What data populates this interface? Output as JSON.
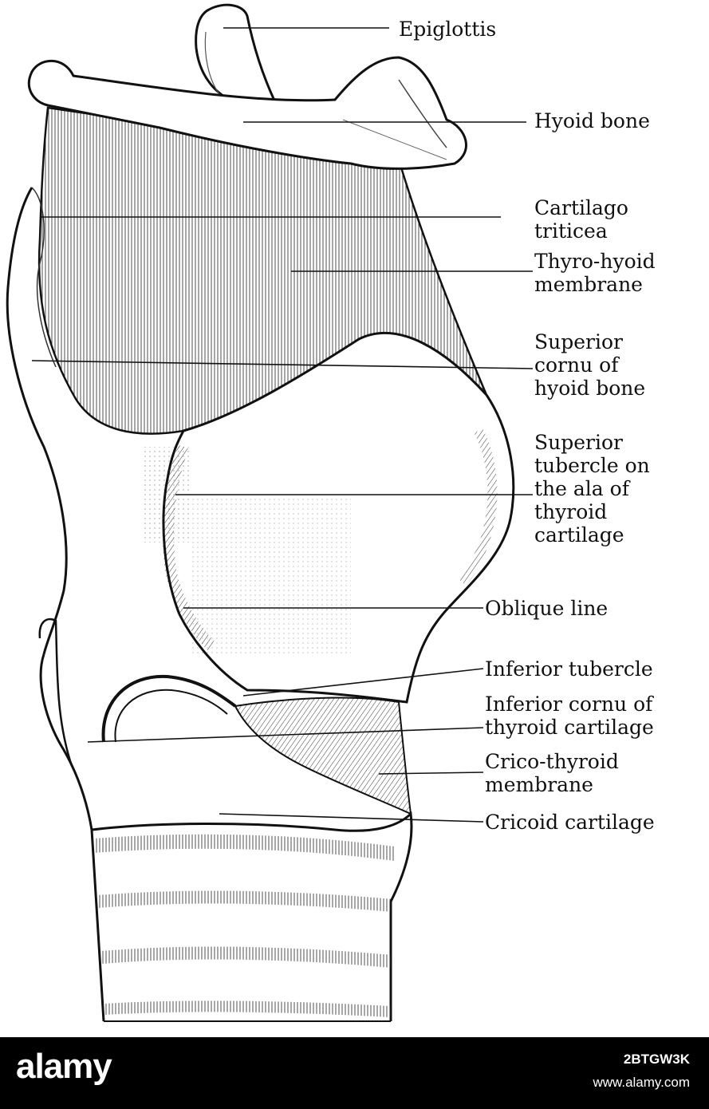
{
  "diagram": {
    "labels": [
      {
        "id": "epiglottis",
        "lines": [
          "Epiglottis"
        ]
      },
      {
        "id": "hyoid-bone",
        "lines": [
          "Hyoid bone"
        ]
      },
      {
        "id": "cartilago-triticea",
        "lines": [
          "Cartilago",
          "triticea"
        ]
      },
      {
        "id": "thyro-hyoid-membrane",
        "lines": [
          "Thyro-hyoid",
          "membrane"
        ]
      },
      {
        "id": "superior-cornu-hyoid",
        "lines": [
          "Superior",
          "cornu of",
          "hyoid bone"
        ]
      },
      {
        "id": "superior-tubercle",
        "lines": [
          "Superior",
          "tubercle on",
          "the ala of",
          "thyroid",
          "cartilage"
        ]
      },
      {
        "id": "oblique-line",
        "lines": [
          "Oblique line"
        ]
      },
      {
        "id": "inferior-tubercle",
        "lines": [
          "Inferior tubercle"
        ]
      },
      {
        "id": "inferior-cornu-thyroid",
        "lines": [
          "Inferior cornu of",
          "thyroid cartilage"
        ]
      },
      {
        "id": "crico-thyroid-membrane",
        "lines": [
          "Crico-thyroid",
          "membrane"
        ]
      },
      {
        "id": "cricoid-cartilage",
        "lines": [
          "Cricoid cartilage"
        ]
      }
    ]
  },
  "watermark": {
    "logo": "alamy",
    "image_id": "2BTGW3K",
    "url": "www.alamy.com"
  },
  "colors": {
    "ink": "#111111",
    "paper": "#ffffff",
    "banner": "#000000"
  }
}
